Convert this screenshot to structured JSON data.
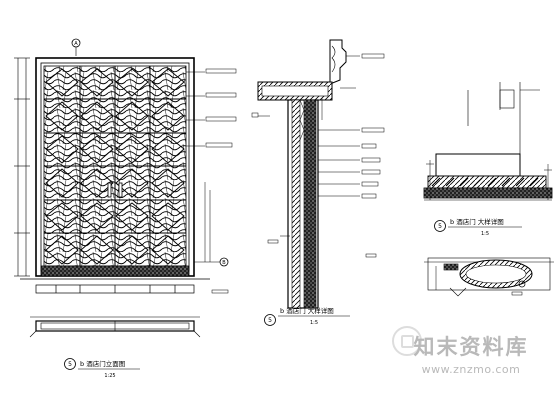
{
  "title_blocks": {
    "door_elevation_tag": "5",
    "door_elevation_title": "b 酒店门立面图",
    "door_elevation_scale": "1:25",
    "section_tag": "5",
    "section_title": "b 酒店门 大样详图",
    "section_scale": "1:5",
    "detail_tag": "5",
    "detail_title": "b 酒店门 大样详图",
    "detail_scale": "1:5"
  },
  "axis_tags": {
    "top": "A",
    "side": "B"
  },
  "watermark": {
    "brand": "知末资料库",
    "url": "www.znzmo.com"
  },
  "colors": {
    "line": "#000000",
    "paper": "#ffffff",
    "watermark": "#b9b9b9"
  }
}
